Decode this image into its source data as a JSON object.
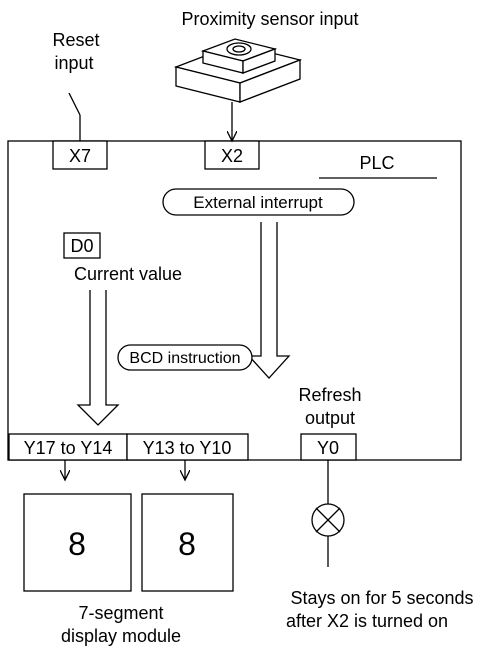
{
  "sensor": {
    "label": "Proximity sensor input"
  },
  "reset": {
    "label_line1": "Reset",
    "label_line2": "input"
  },
  "plc": {
    "label": "PLC",
    "inputs": [
      "X7",
      "X2"
    ],
    "data_register": "D0",
    "current_value_label": "Current value",
    "external_interrupt_label": "External interrupt",
    "bcd_label": "BCD instruction",
    "refresh_line1": "Refresh",
    "refresh_line2": "output",
    "outputs": [
      "Y17 to Y14",
      "Y13 to Y10",
      "Y0"
    ]
  },
  "display": {
    "digits": [
      "8",
      "8"
    ],
    "label_line1": "7-segment",
    "label_line2": "display module"
  },
  "lamp": {
    "note_line1": "Stays on for 5 seconds",
    "note_line2": "after X2 is turned on"
  }
}
